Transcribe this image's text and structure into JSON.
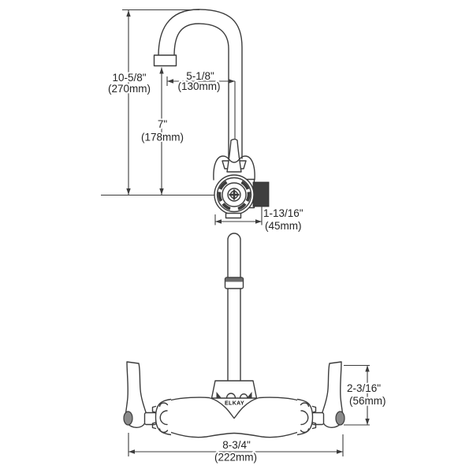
{
  "page": {
    "background": "#ffffff"
  },
  "drawing": {
    "type": "technical-line-drawing",
    "subject": "wall-mount gooseneck faucet with dual lever handles, two orthographic views with dimensions",
    "brand_label": "ELKAY",
    "line_color": "#3c3c3c",
    "text_color": "#242424",
    "dimensions": {
      "spout_height": {
        "inches": "10-5/8\"",
        "metric": "(270mm)"
      },
      "spout_reach": {
        "inches": "5-1/8\"",
        "metric": "(130mm)"
      },
      "outlet_height": {
        "inches": "7\"",
        "metric": "(178mm)"
      },
      "valve_depth": {
        "inches": "1-13/16\"",
        "metric": "(45mm)"
      },
      "handle_height": {
        "inches": "2-3/16\"",
        "metric": "(56mm)"
      },
      "body_width": {
        "inches": "8-3/4\"",
        "metric": "(222mm)"
      }
    }
  }
}
